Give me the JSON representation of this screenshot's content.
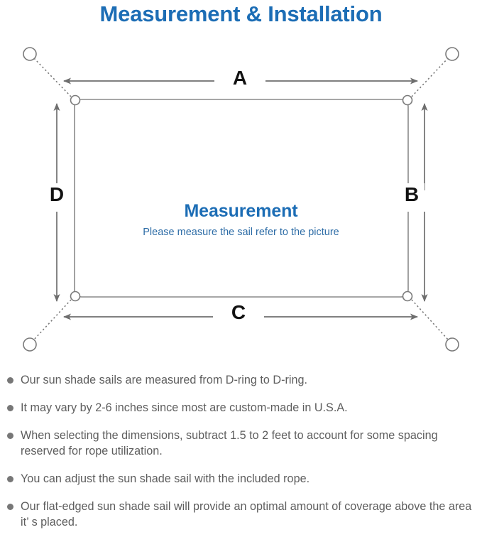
{
  "title": "Measurement & Installation",
  "diagram": {
    "center_title": "Measurement",
    "center_subtitle": "Please measure the sail refer to the picture",
    "dimension_labels": {
      "top": "A",
      "right": "B",
      "bottom": "C",
      "left": "D"
    },
    "colors": {
      "accent": "#1c6db5",
      "subtitle": "#2d6ca6",
      "line": "#6e6e6e",
      "label": "#121212",
      "sail_border": "#808080"
    },
    "parts": {
      "d_ring": "d-ring-icon",
      "rope": "rope-dotted-line",
      "anchor": "anchor-point-circle",
      "measure_arrow": "double-headed-arrow"
    }
  },
  "notes": [
    "Our sun shade sails are measured from D-ring to D-ring.",
    "It may vary by 2-6 inches since most are custom-made in U.S.A.",
    "When selecting the dimensions, subtract 1.5 to 2 feet to account for some spacing reserved for rope utilization.",
    "You can adjust the sun shade sail with the included rope.",
    "Our flat-edged sun shade sail will provide an optimal amount of coverage above the area it’ s placed."
  ]
}
